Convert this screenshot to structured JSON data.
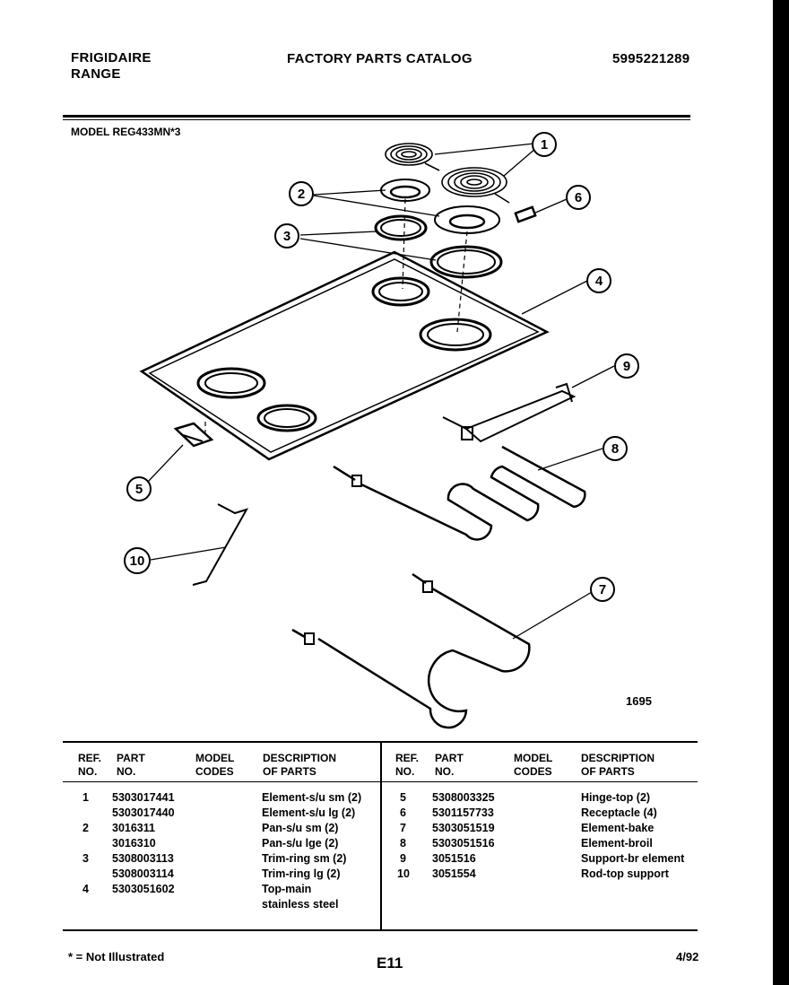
{
  "header": {
    "brand_line1": "FRIGIDAIRE",
    "brand_line2": "RANGE",
    "catalog_title": "FACTORY PARTS CATALOG",
    "catalog_number": "5995221289",
    "model_line": "MODEL REG433MN*3"
  },
  "diagram": {
    "drawing_number": "1695",
    "callouts": [
      "1",
      "2",
      "3",
      "4",
      "5",
      "6",
      "7",
      "8",
      "9",
      "10"
    ]
  },
  "table": {
    "headers": {
      "ref": [
        "REF.",
        "NO."
      ],
      "part": [
        "PART",
        "NO."
      ],
      "model": [
        "MODEL",
        "CODES"
      ],
      "desc": [
        "DESCRIPTION",
        "OF PARTS"
      ]
    },
    "left_rows": [
      {
        "ref": "1",
        "part": "5303017441",
        "desc": "Element-s/u sm (2)"
      },
      {
        "ref": "",
        "part": "5303017440",
        "desc": "Element-s/u lg (2)"
      },
      {
        "ref": "2",
        "part": "3016311",
        "desc": "Pan-s/u sm (2)"
      },
      {
        "ref": "",
        "part": "3016310",
        "desc": "Pan-s/u lge (2)"
      },
      {
        "ref": "3",
        "part": "5308003113",
        "desc": "Trim-ring sm (2)"
      },
      {
        "ref": "",
        "part": "5308003114",
        "desc": "Trim-ring lg (2)"
      },
      {
        "ref": "4",
        "part": "5303051602",
        "desc": "Top-main"
      },
      {
        "ref": "",
        "part": "",
        "desc": "stainless steel"
      }
    ],
    "right_rows": [
      {
        "ref": "5",
        "part": "5308003325",
        "desc": "Hinge-top (2)"
      },
      {
        "ref": "6",
        "part": "5301157733",
        "desc": "Receptacle (4)"
      },
      {
        "ref": "7",
        "part": "5303051519",
        "desc": "Element-bake"
      },
      {
        "ref": "8",
        "part": "5303051516",
        "desc": "Element-broil"
      },
      {
        "ref": "9",
        "part": "3051516",
        "desc": "Support-br element"
      },
      {
        "ref": "10",
        "part": "3051554",
        "desc": "Rod-top support"
      }
    ]
  },
  "footer": {
    "note": "* = Not Illustrated",
    "page": "E11",
    "date": "4/92"
  }
}
